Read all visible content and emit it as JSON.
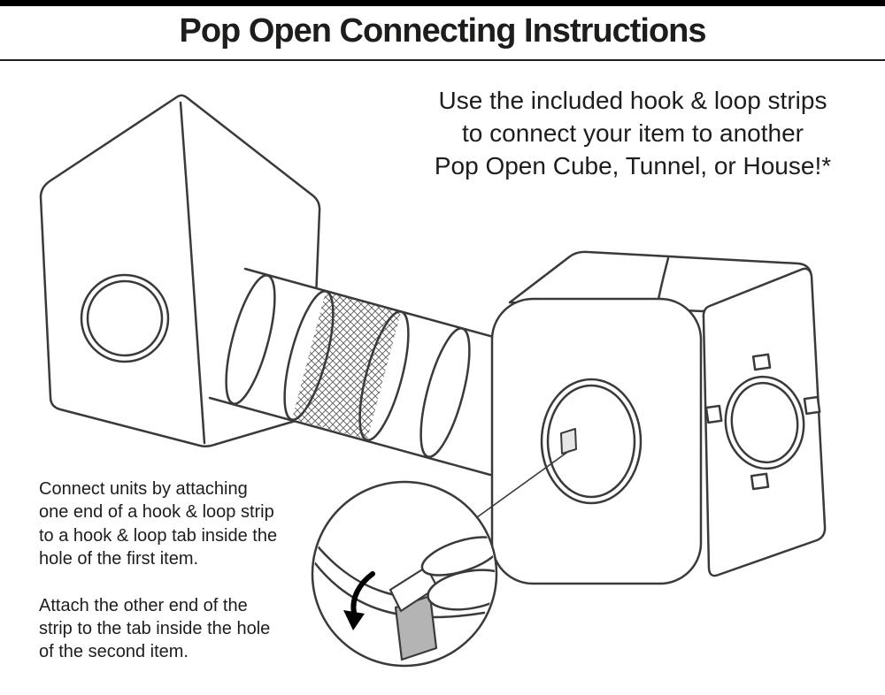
{
  "header": {
    "title": "Pop Open Connecting Instructions"
  },
  "intro": {
    "text": "Use the included hook & loop strips\nto connect your item to another\nPop Open Cube, Tunnel, or House!*"
  },
  "instructions": {
    "step1": "Connect units by attaching\none end of a hook & loop strip\nto a hook & loop tab inside the\nhole of the first item.",
    "step2": "Attach the other end of the\nstrip to the tab inside the hole\nof the second item.",
    "depicted_items": [
      "pop-open-tent-house",
      "tunnel-with-mesh-section",
      "pop-open-cube",
      "hook-and-loop-tabs",
      "detail-magnifier-with-hand-attaching-strip"
    ]
  },
  "colors": {
    "ink": "#3a3a3a",
    "text": "#1d1d1b",
    "top_bar": "#000000",
    "strip_gray": "#b4b4b4",
    "tab_gray": "#e6e6e6"
  }
}
